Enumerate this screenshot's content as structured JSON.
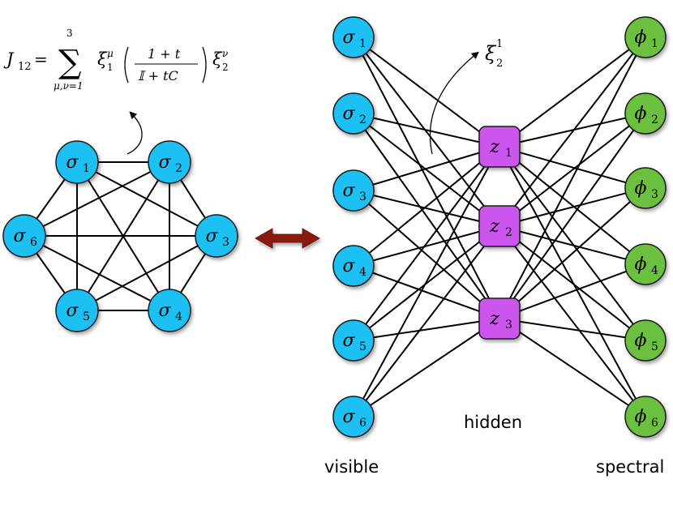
{
  "colors": {
    "visible_node": "#1ec0f2",
    "hidden_node": "#cc55ee",
    "spectral_node": "#6cc040",
    "edge": "#000000",
    "arrow": "#8b1a0e"
  },
  "left_graph": {
    "formula": {
      "lhs": "J",
      "lhs_sub": "12",
      "eq": "=",
      "sum_sign": "∑",
      "sum_upper": "3",
      "sum_lower": "μ,ν=1",
      "xi_left": "ξ",
      "xi_left_sub": "1",
      "xi_left_sup": "μ",
      "frac_num": "1 + t",
      "frac_den": "𝕀 + tC",
      "xi_right": "ξ",
      "xi_right_sub": "2",
      "xi_right_sup": "ν"
    },
    "nodes": [
      {
        "sym": "σ",
        "sub": "1"
      },
      {
        "sym": "σ",
        "sub": "2"
      },
      {
        "sym": "σ",
        "sub": "3"
      },
      {
        "sym": "σ",
        "sub": "4"
      },
      {
        "sym": "σ",
        "sub": "5"
      },
      {
        "sym": "σ",
        "sub": "6"
      }
    ]
  },
  "right_graph": {
    "visible_label": "visible",
    "hidden_label": "hidden",
    "spectral_label": "spectral",
    "weight_label": {
      "sym": "ξ",
      "sub": "2",
      "sup": "1"
    },
    "visible_nodes": [
      {
        "sym": "σ",
        "sub": "1"
      },
      {
        "sym": "σ",
        "sub": "2"
      },
      {
        "sym": "σ",
        "sub": "3"
      },
      {
        "sym": "σ",
        "sub": "4"
      },
      {
        "sym": "σ",
        "sub": "5"
      },
      {
        "sym": "σ",
        "sub": "6"
      }
    ],
    "hidden_nodes": [
      {
        "sym": "z",
        "sub": "1"
      },
      {
        "sym": "z",
        "sub": "2"
      },
      {
        "sym": "z",
        "sub": "3"
      }
    ],
    "spectral_nodes": [
      {
        "sym": "ϕ",
        "sub": "1"
      },
      {
        "sym": "ϕ",
        "sub": "2"
      },
      {
        "sym": "ϕ",
        "sub": "3"
      },
      {
        "sym": "ϕ",
        "sub": "4"
      },
      {
        "sym": "ϕ",
        "sub": "5"
      },
      {
        "sym": "ϕ",
        "sub": "6"
      }
    ]
  }
}
